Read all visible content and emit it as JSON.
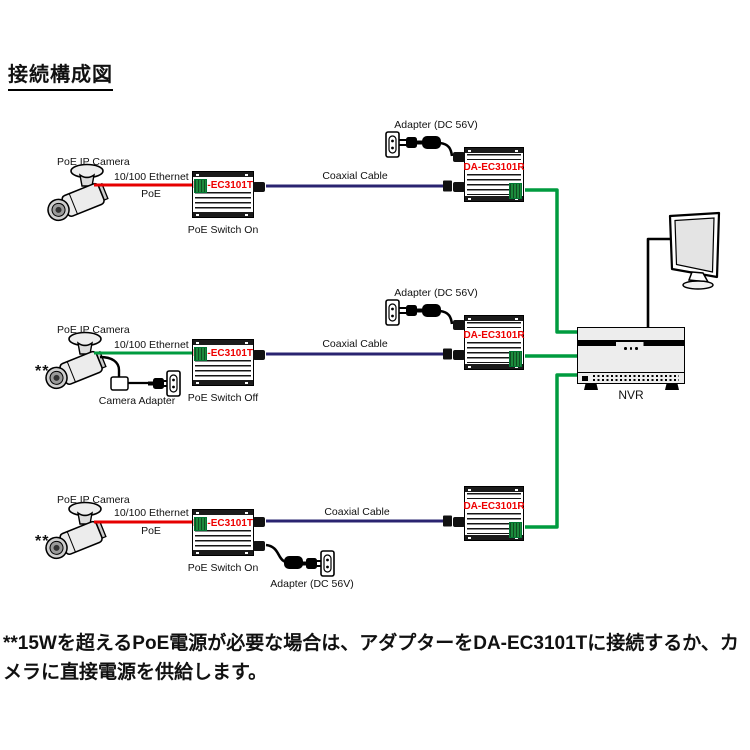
{
  "title": "接続構成図",
  "footnote": "**15Wを超えるPoE電源が必要な場合は、アダプターをDA-EC3101Tに接続するか、カメラに直接電源を供給します。",
  "nvr_label": "NVR",
  "colors": {
    "poe_ethernet_line": "#e60000",
    "plain_ethernet_line": "#009b3f",
    "coaxial_line": "#2a2470",
    "trunk_line": "#009b3f",
    "device_label_text": "#ee0000"
  },
  "rows": [
    {
      "camera": "PoE IP Camera",
      "ethernet": "10/100 Ethernet",
      "poe": "PoE",
      "tx": "DA-EC3101T",
      "tx_caption": "PoE Switch On",
      "coax": "Coaxial Cable",
      "adapter": "Adapter (DC 56V)",
      "rx": "DA-EC3101R"
    },
    {
      "marker": "**",
      "camera": "PoE IP Camera",
      "ethernet": "10/100 Ethernet",
      "camera_adapter": "Camera Adapter",
      "tx": "DA-EC3101T",
      "tx_caption": "PoE Switch Off",
      "coax": "Coaxial Cable",
      "adapter": "Adapter (DC 56V)",
      "rx": "DA-EC3101R"
    },
    {
      "marker": "**",
      "camera": "PoE IP Camera",
      "ethernet": "10/100 Ethernet",
      "poe": "PoE",
      "tx": "DA-EC3101T",
      "tx_caption": "PoE Switch On",
      "coax": "Coaxial Cable",
      "adapter": "Adapter (DC 56V)",
      "rx": "DA-EC3101R"
    }
  ]
}
